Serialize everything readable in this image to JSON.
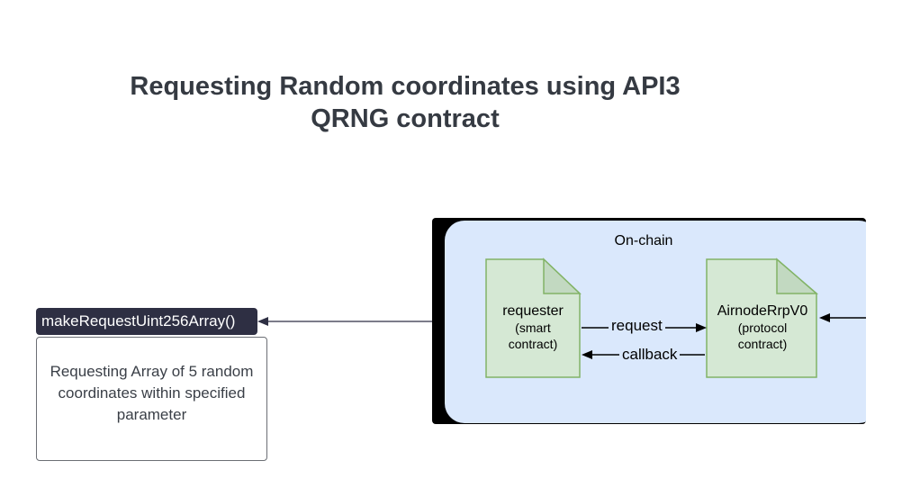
{
  "title": {
    "line1": "Requesting Random coordinates using API3",
    "line2": "QRNG contract"
  },
  "function_label": "makeRequestUint256Array()",
  "description": "Requesting Array of 5 random coordinates within specified parameter",
  "onchain": {
    "label": "On-chain",
    "requester": {
      "name": "requester",
      "sub1": "(smart",
      "sub2": "contract)"
    },
    "airnode": {
      "name": "AirnodeRrpV0",
      "sub1": "(protocol",
      "sub2": "contract)"
    },
    "request_label": "request",
    "callback_label": "callback"
  },
  "colors": {
    "title_text": "#353a42",
    "label_bg": "#2e2f43",
    "panel_bg": "#000000",
    "onchain_bg": "#dae8fc",
    "doc_fill": "#d5e8d4",
    "doc_stroke": "#82b366"
  }
}
